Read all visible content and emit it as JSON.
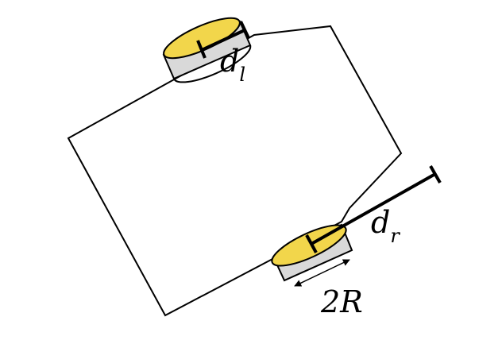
{
  "labels": {
    "left_distance_base": "d",
    "left_distance_sub": "l",
    "right_distance_base": "d",
    "right_distance_sub": "r",
    "wheel_width": "2R"
  },
  "colors": {
    "outline": "#000000",
    "wheel_side": "#d9d9d9",
    "wheel_face": "#f2d64b",
    "background": "#ffffff"
  }
}
